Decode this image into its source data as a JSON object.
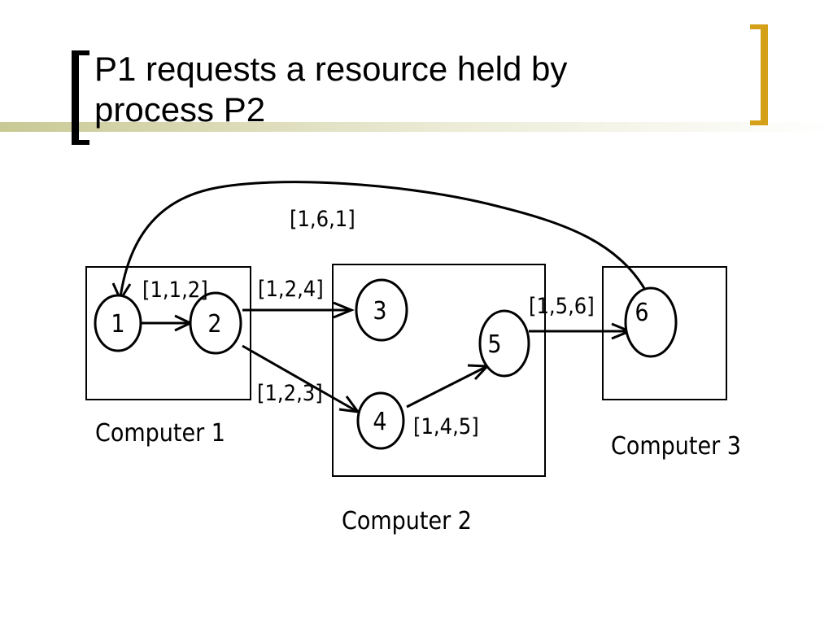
{
  "slide": {
    "title_line1": "P1 requests a resource held by",
    "title_line2": "process P2"
  },
  "colors": {
    "accent_bracket": "#d4a017",
    "bar_olive": "#c9c995"
  },
  "diagram": {
    "computers": [
      {
        "id": "c1",
        "label": "Computer 1"
      },
      {
        "id": "c2",
        "label": "Computer 2"
      },
      {
        "id": "c3",
        "label": "Computer 3"
      }
    ],
    "nodes": [
      {
        "id": "n1",
        "label": "1"
      },
      {
        "id": "n2",
        "label": "2"
      },
      {
        "id": "n3",
        "label": "3"
      },
      {
        "id": "n4",
        "label": "4"
      },
      {
        "id": "n5",
        "label": "5"
      },
      {
        "id": "n6",
        "label": "6"
      }
    ],
    "edges": [
      {
        "id": "e12",
        "from": "1",
        "to": "2",
        "label": "[1,1,2]"
      },
      {
        "id": "e23",
        "from": "2",
        "to": "3",
        "label": "[1,2,4]"
      },
      {
        "id": "e24",
        "from": "2",
        "to": "4",
        "label": "[1,2,3]"
      },
      {
        "id": "e45",
        "from": "4",
        "to": "5",
        "label": "[1,4,5]"
      },
      {
        "id": "e56",
        "from": "5",
        "to": "6",
        "label": "[1,5,6]"
      },
      {
        "id": "e61",
        "from": "6",
        "to": "1",
        "label": "[1,6,1]"
      }
    ]
  }
}
